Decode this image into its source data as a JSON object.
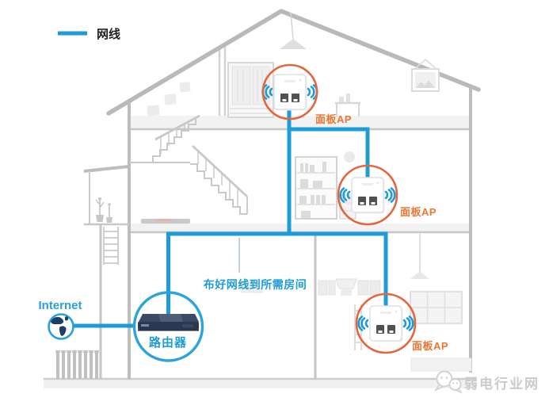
{
  "legend": {
    "label": "网线"
  },
  "internet": {
    "label": "Internet"
  },
  "router": {
    "label": "路由器"
  },
  "note": {
    "label": "布好网线到所需房间"
  },
  "aps": [
    {
      "label": "面板AP"
    },
    {
      "label": "面板AP"
    },
    {
      "label": "面板AP"
    }
  ],
  "watermark": {
    "label": "弱电行业网"
  },
  "colors": {
    "cable_blue": "#1e9cd8",
    "ap_ring_orange": "#e4663e",
    "ap_label_orange": "#ee7632",
    "router_ring_blue": "#2ba4dc",
    "text_blue": "#1e9cd8",
    "house_gray": "#bdbdbd",
    "watermark_gray": "#cbcbcb"
  }
}
